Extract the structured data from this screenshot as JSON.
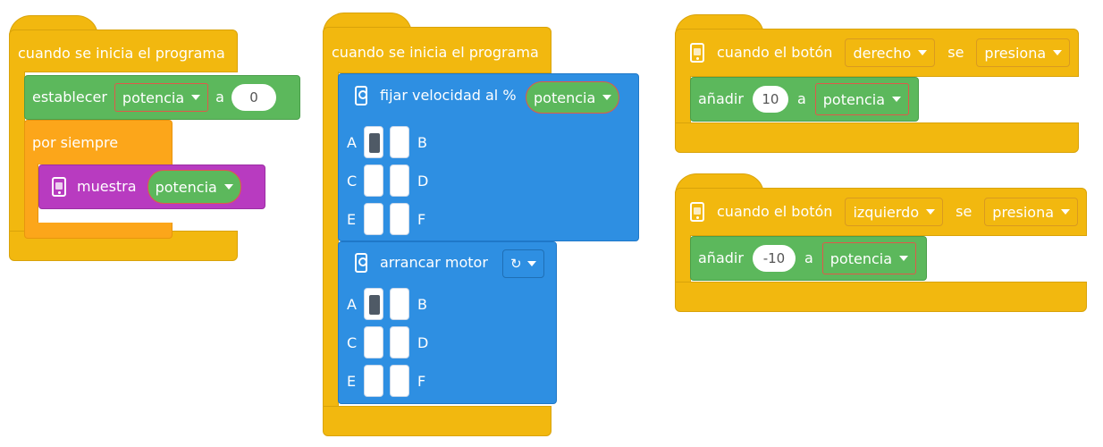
{
  "stack1": {
    "hat_label": "cuando se inicia el programa",
    "set_label": "establecer",
    "set_var": "potencia",
    "set_to": "a",
    "set_value": "0",
    "forever_label": "por siempre",
    "display_label": "muestra",
    "display_var": "potencia"
  },
  "stack2": {
    "hat_label": "cuando se inicia el programa",
    "speed_label": "fijar velocidad al %",
    "speed_var": "potencia",
    "ports": [
      "A",
      "B",
      "C",
      "D",
      "E",
      "F"
    ],
    "start_label": "arrancar motor",
    "direction_icon": "↻"
  },
  "stack3": {
    "hat_label": "cuando el botón",
    "button_choice": "derecho",
    "se_label": "se",
    "action_choice": "presiona",
    "add_label": "añadir",
    "add_value": "10",
    "add_to": "a",
    "add_var": "potencia"
  },
  "stack4": {
    "hat_label": "cuando el botón",
    "button_choice": "izquierdo",
    "se_label": "se",
    "action_choice": "presiona",
    "add_label": "añadir",
    "add_value": "-10",
    "add_to": "a",
    "add_var": "potencia"
  },
  "icons": {
    "hub": "hub-icon",
    "motor": "motor-icon",
    "caret": "chevron-down-icon",
    "rotate": "rotate-clockwise-icon"
  },
  "colors": {
    "event": "#f2b80f",
    "variable": "#5cb85c",
    "control": "#fca61a",
    "display": "#b83bc0",
    "motor": "#2e8fe2"
  }
}
